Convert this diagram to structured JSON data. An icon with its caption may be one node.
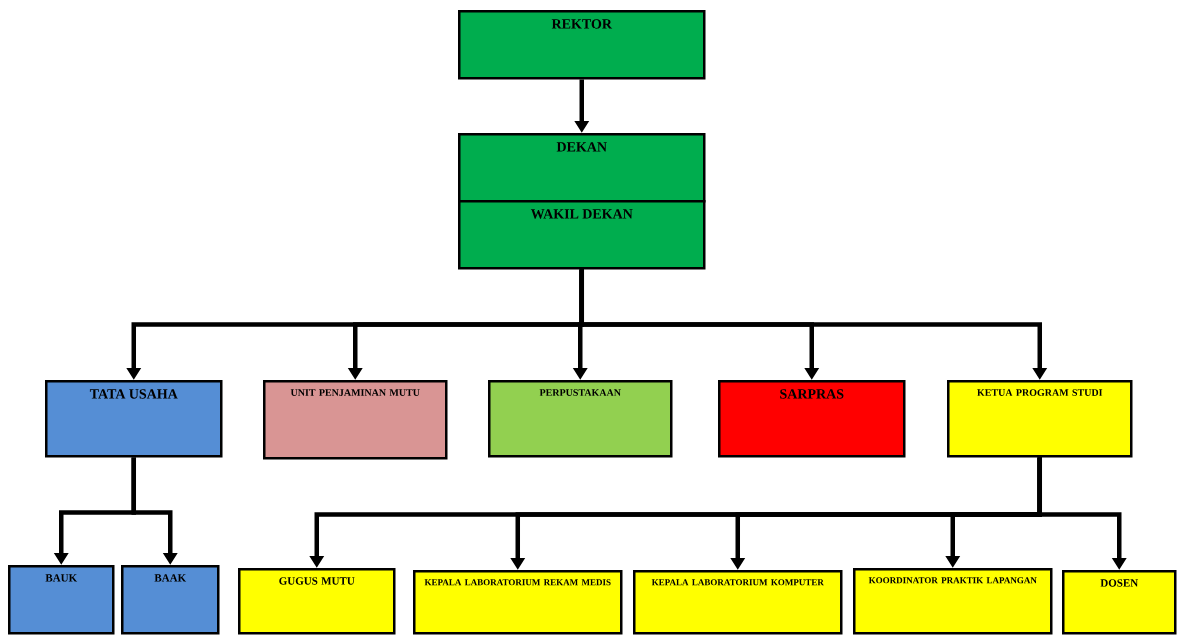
{
  "diagram": {
    "nodes": [
      {
        "text": [
          "REKTOR"
        ]
      },
      {
        "text": [
          "DEKAN"
        ]
      },
      {
        "text": [
          "WAKIL DEKAN"
        ]
      },
      {
        "text": [
          "TATA USAHA"
        ]
      },
      {
        "text": [
          "UNIT PENJAMINAN MUTU"
        ]
      },
      {
        "text": [
          "PERPUSTAKAAN"
        ]
      },
      {
        "text": [
          "SARPRAS"
        ]
      },
      {
        "text": [
          "KETUA PROGRAM STUDI"
        ]
      },
      {
        "text": [
          "BAUK"
        ]
      },
      {
        "text": [
          "BAAK"
        ]
      },
      {
        "text": [
          "GUGUS MUTU"
        ]
      },
      {
        "text": [
          "KEPALA LABORATORIUM REKAM MEDIS"
        ]
      },
      {
        "text": [
          "KEPALA LABORATORIUM KOMPUTER"
        ]
      },
      {
        "text": [
          "KOORDINATOR PRAKTIK LAPANGAN"
        ]
      },
      {
        "text": [
          "DOSEN"
        ]
      }
    ],
    "edges": [
      {
        "from": 0,
        "to": 1,
        "arrow": "to"
      },
      {
        "from": 2,
        "to": 3,
        "arrow": "to"
      },
      {
        "from": 2,
        "to": 4,
        "arrow": "to"
      },
      {
        "from": 2,
        "to": 5,
        "arrow": "to"
      },
      {
        "from": 2,
        "to": 6,
        "arrow": "to"
      },
      {
        "from": 2,
        "to": 7,
        "arrow": "to"
      },
      {
        "from": 3,
        "to": 8,
        "arrow": "to"
      },
      {
        "from": 3,
        "to": 9,
        "arrow": "to"
      },
      {
        "from": 7,
        "to": 10,
        "arrow": "to"
      },
      {
        "from": 7,
        "to": 11,
        "arrow": "to"
      },
      {
        "from": 7,
        "to": 12,
        "arrow": "to"
      },
      {
        "from": 7,
        "to": 13,
        "arrow": "to"
      },
      {
        "from": 7,
        "to": 14,
        "arrow": "to"
      }
    ]
  }
}
